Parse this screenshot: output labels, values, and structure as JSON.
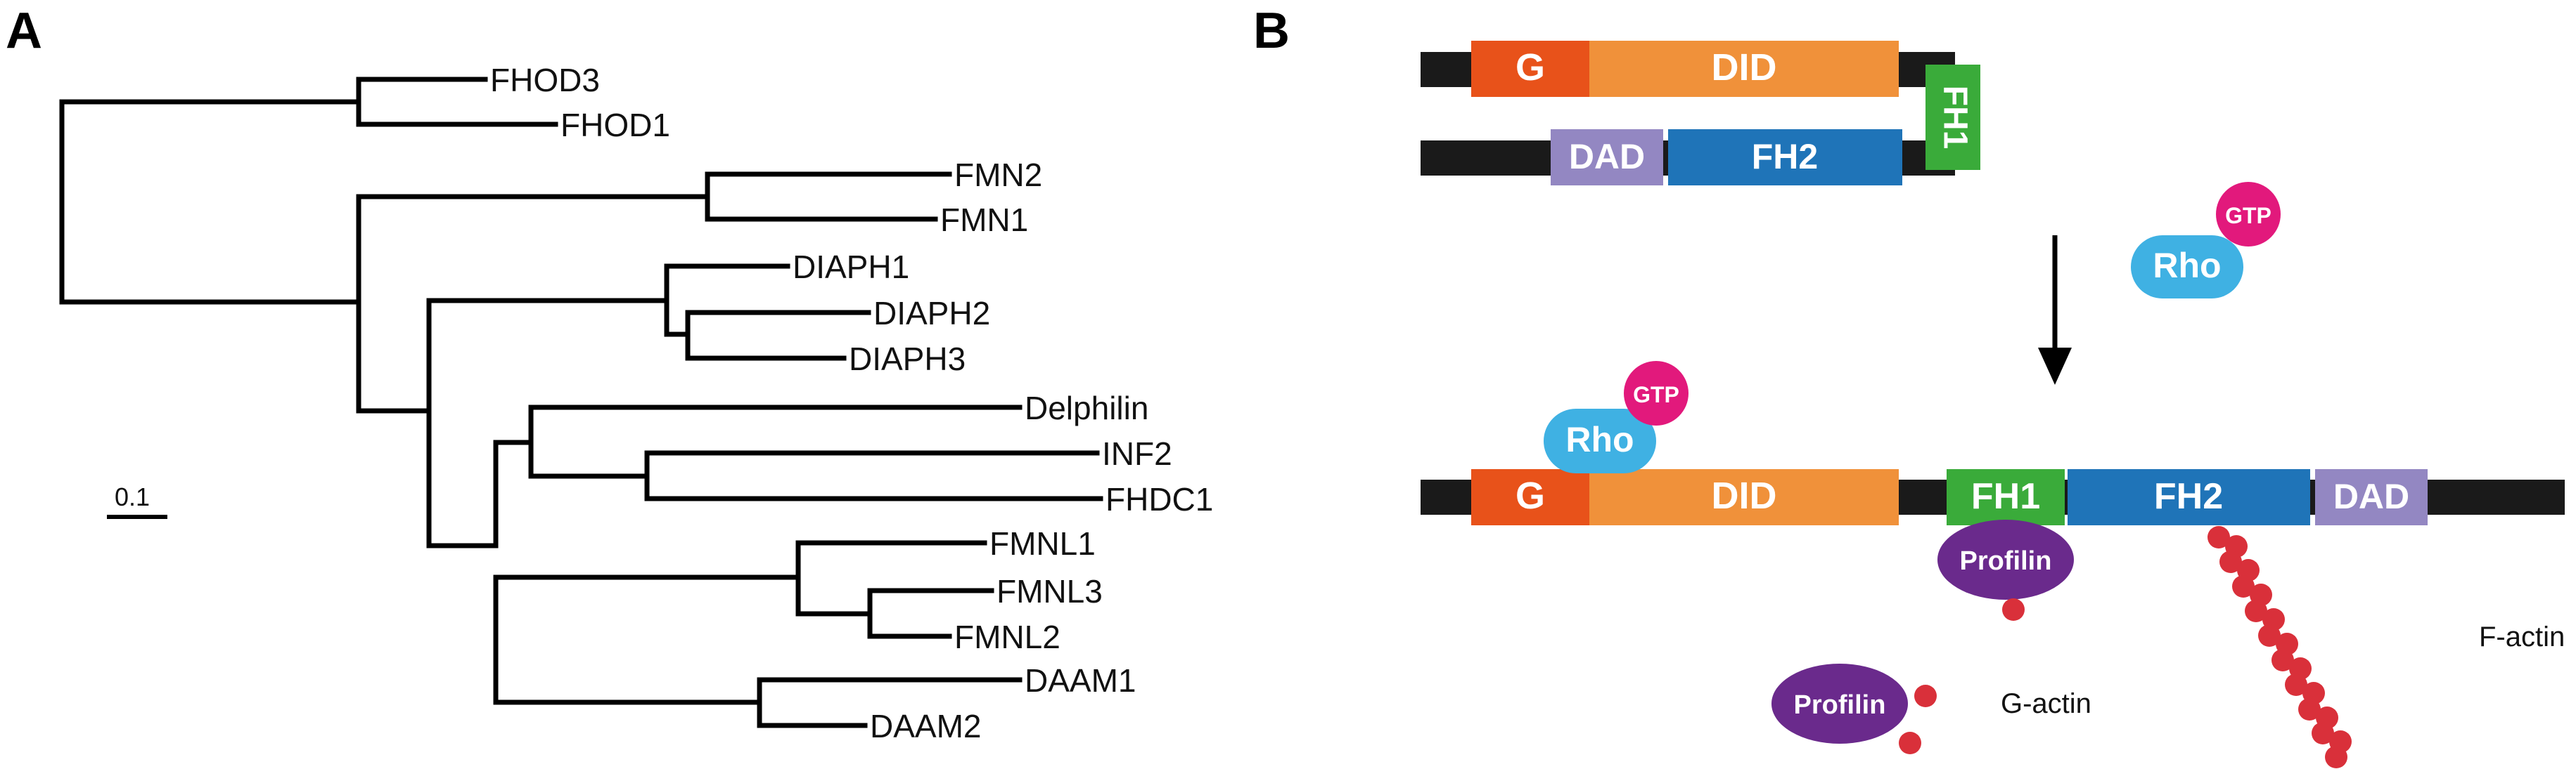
{
  "panels": {
    "a": "A",
    "b": "B"
  },
  "tree": {
    "scale_label": "0.1",
    "leaves": [
      "FHOD3",
      "FHOD1",
      "FMN2",
      "FMN1",
      "DIAPH1",
      "DIAPH2",
      "DIAPH3",
      "Delphilin",
      "INF2",
      "FHDC1",
      "FMNL1",
      "FMNL3",
      "FMNL2",
      "DAAM1",
      "DAAM2"
    ]
  },
  "domains": {
    "g": "G",
    "did": "DID",
    "fh1": "FH1",
    "fh2": "FH2",
    "dad": "DAD",
    "rho": "Rho",
    "gtp": "GTP",
    "profilin": "Profilin",
    "g_actin": "G-actin",
    "f_actin": "F-actin"
  },
  "colors": {
    "g": "#e8521a",
    "did": "#f0913a",
    "fh1": "#3aab3a",
    "fh2": "#1f74b8",
    "dad": "#9387c2",
    "rho": "#3fb1e3",
    "gtp": "#e2197c",
    "profilin": "#6a2a8c",
    "actin": "#d9303a",
    "backbone": "#1a1a1a"
  }
}
